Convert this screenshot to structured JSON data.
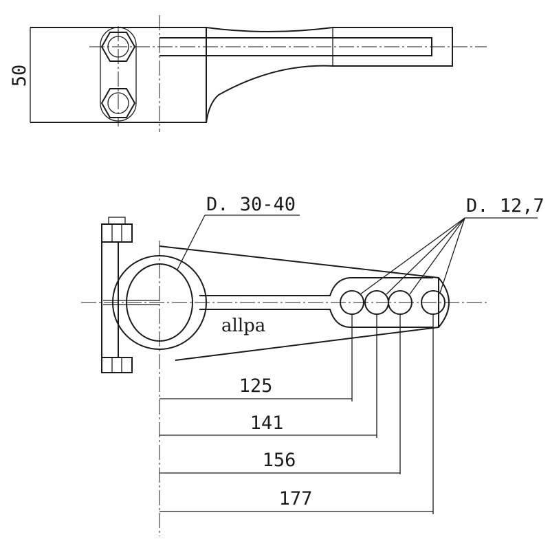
{
  "dimensions": {
    "height": "50",
    "bore_diameter": "D. 30-40",
    "hole_diameter": "D. 12,7",
    "distances": [
      "125",
      "141",
      "156",
      "177"
    ]
  },
  "brand": "allpa"
}
